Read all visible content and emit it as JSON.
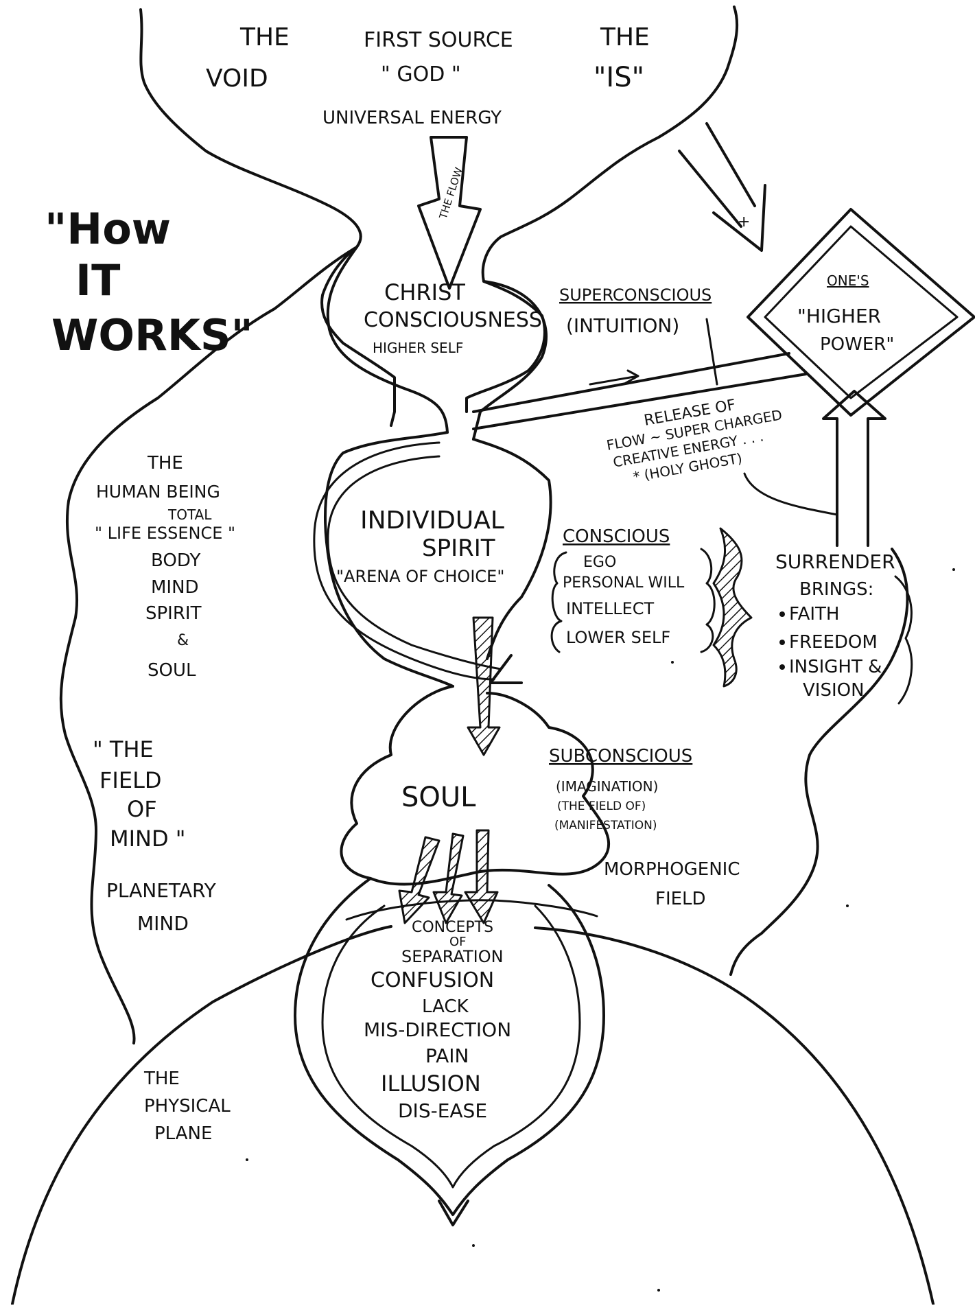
{
  "top": {
    "void_line1": "THE",
    "void_line2": "VOID",
    "source_line1": "FIRST SOURCE",
    "source_line2": "\" GOD \"",
    "is_line1": "THE",
    "is_line2": "\"IS\"",
    "universal_energy": "UNIVERSAL ENERGY",
    "the_flow": "THE FLOW",
    "plus": "+"
  },
  "title": {
    "line1": "\"How",
    "line2": "IT",
    "line3": "WORKS\""
  },
  "christ": {
    "line1": "CHRIST",
    "line2": "CONSCIOUSNESS",
    "line3": "HIGHER SELF"
  },
  "superconscious": {
    "label": "SUPERCONSCIOUS",
    "sub": "(INTUITION)"
  },
  "higher_power": {
    "line1": "ONE'S",
    "line2": "\"HIGHER",
    "line3": "POWER\""
  },
  "release": {
    "line1": "RELEASE OF",
    "line2": "FLOW ~ SUPER CHARGED",
    "line3": "CREATIVE ENERGY . . .",
    "line4": "* (HOLY GHOST)"
  },
  "human_being": {
    "line1": "THE",
    "line2": "HUMAN BEING",
    "line3": "TOTAL",
    "line4": "\" LIFE ESSENCE \"",
    "line5": "BODY",
    "line6": "MIND",
    "line7": "SPIRIT",
    "line8": "&",
    "line9": "SOUL"
  },
  "spirit": {
    "line1": "INDIVIDUAL",
    "line2": "SPIRIT",
    "line3": "\"ARENA OF CHOICE\""
  },
  "conscious": {
    "label": "CONSCIOUS",
    "items": [
      "EGO",
      "PERSONAL WILL",
      "INTELLECT",
      "LOWER SELF"
    ]
  },
  "surrender": {
    "line1": "SURRENDER",
    "line2": "BRINGS:",
    "items": [
      "FAITH",
      "FREEDOM",
      "INSIGHT &",
      "VISION"
    ]
  },
  "field_of_mind": {
    "line1": "\" THE",
    "line2": "FIELD",
    "line3": "OF",
    "line4": "MIND \""
  },
  "planetary": {
    "line1": "PLANETARY",
    "line2": "MIND"
  },
  "soul": "SOUL",
  "subconscious": {
    "label": "SUBCONSCIOUS",
    "line1": "(IMAGINATION)",
    "line2": "(THE FIELD OF)",
    "line3": "(MANIFESTATION)"
  },
  "morphogenic": {
    "line1": "MORPHOGENIC",
    "line2": "FIELD"
  },
  "concepts": {
    "line1": "CONCEPTS",
    "line2": "OF",
    "items": [
      "SEPARATION",
      "CONFUSION",
      "LACK",
      "MIS-DIRECTION",
      "PAIN",
      "ILLUSION",
      "DIS-EASE"
    ]
  },
  "physical": {
    "line1": "THE",
    "line2": "PHYSICAL",
    "line3": "PLANE"
  }
}
